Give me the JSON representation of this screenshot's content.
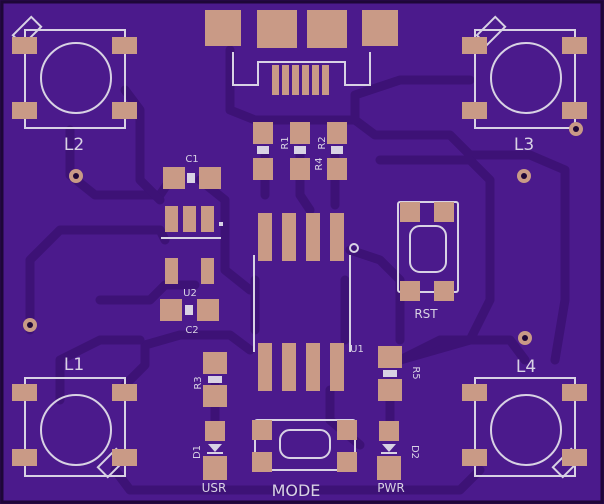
{
  "board": {
    "colors": {
      "board": "#4b1a8c",
      "trace": "#3d1276",
      "pad": "#c99a86",
      "silk": "#d8d2e4",
      "edge": "#1e0738"
    }
  },
  "labels": {
    "l1": "L1",
    "l2": "L2",
    "l3": "L3",
    "l4": "L4",
    "c1": "C1",
    "c2": "C2",
    "u1": "U1",
    "u2": "U2",
    "r1": "R1",
    "r2": "R2",
    "r3": "R3",
    "r4": "R4",
    "r5": "R5",
    "d1": "D1",
    "d2": "D2",
    "rst": "RST",
    "usr": "USR",
    "pwr": "PWR",
    "mode": "MODE"
  }
}
